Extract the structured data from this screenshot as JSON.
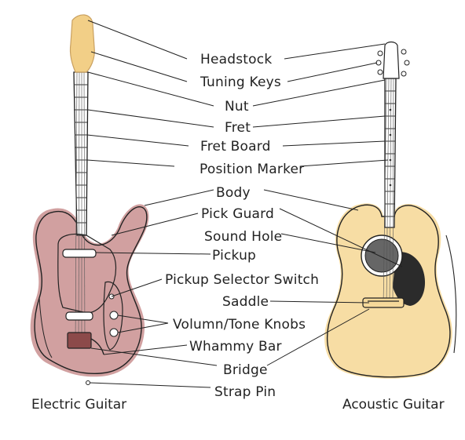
{
  "labels": {
    "headstock": "Headstock",
    "tuning_keys": "Tuning Keys",
    "nut": "Nut",
    "fret": "Fret",
    "fret_board": "Fret Board",
    "position_marker": "Position Marker",
    "body": "Body",
    "pick_guard": "Pick Guard",
    "sound_hole": "Sound Hole",
    "pickup": "Pickup",
    "pickup_selector_switch": "Pickup Selector Switch",
    "saddle": "Saddle",
    "volume_tone_knobs": "Volumn/Tone Knobs",
    "whammy_bar": "Whammy Bar",
    "bridge": "Bridge",
    "strap_pin": "Strap Pin"
  },
  "captions": {
    "electric": "Electric Guitar",
    "acoustic": "Acoustic Guitar"
  },
  "colors": {
    "electric_body": "#c98f8f",
    "electric_headstock": "#f2cf87",
    "acoustic_body": "#f6d99a",
    "pickguard_dark": "#2b2b2b",
    "line": "#222222"
  }
}
